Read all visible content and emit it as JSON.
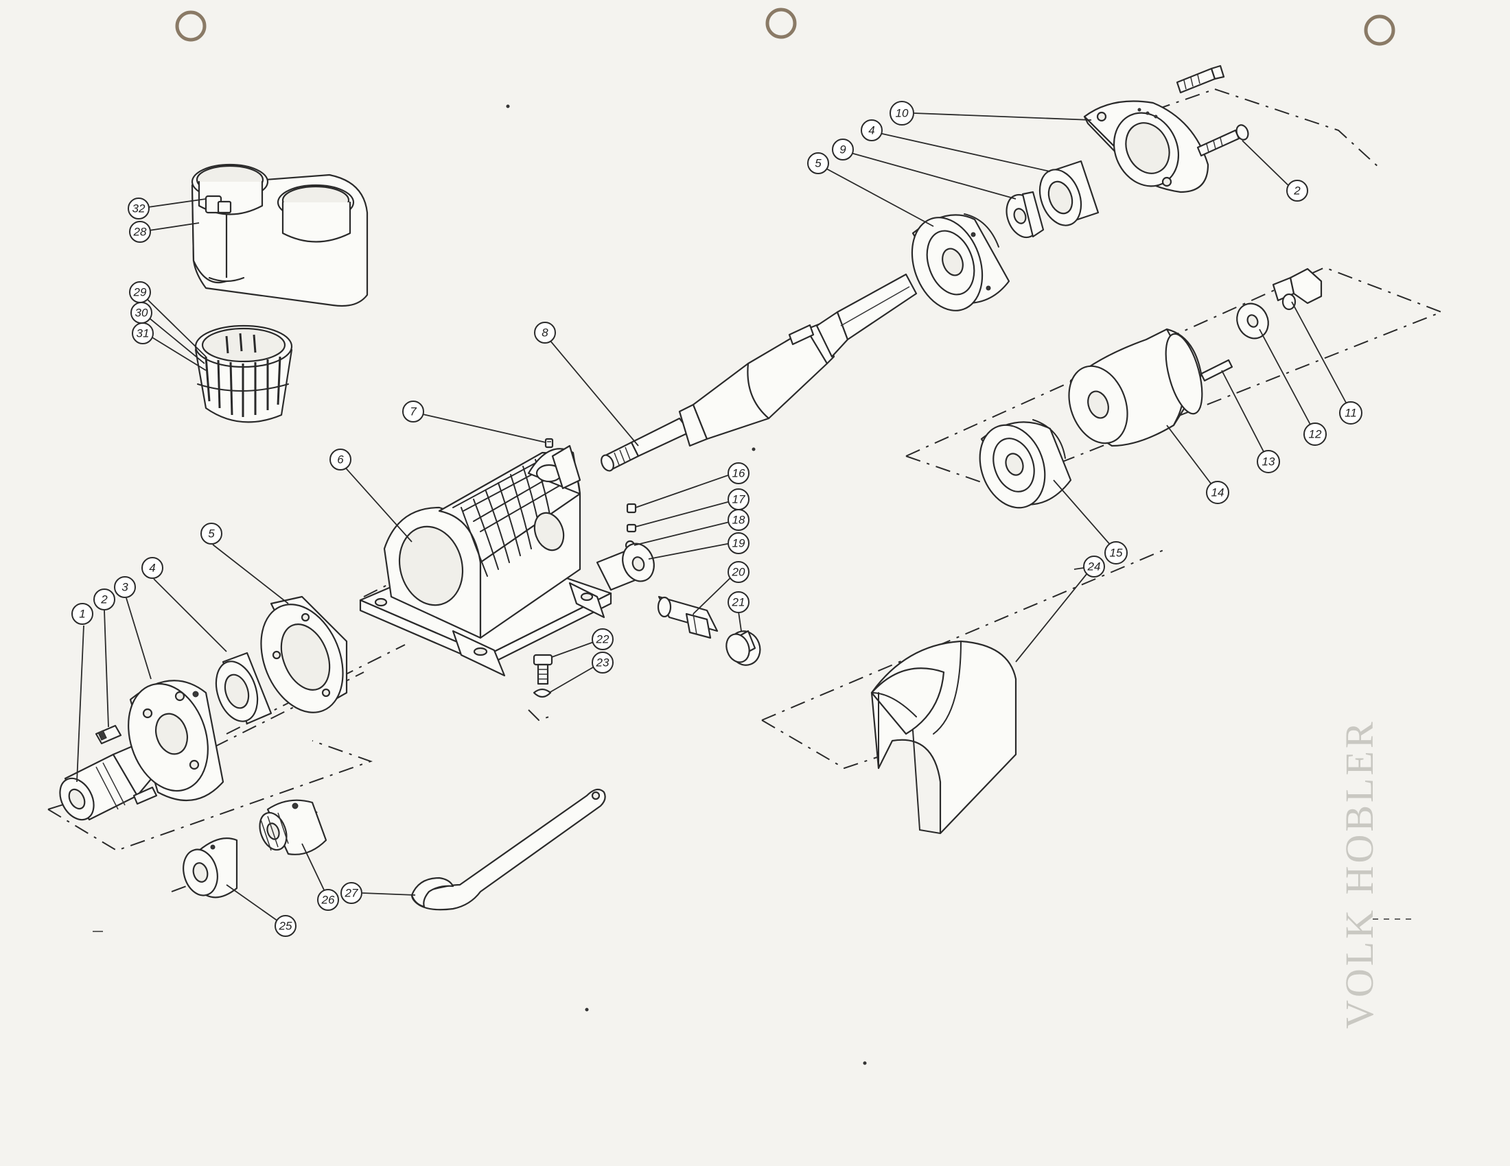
{
  "diagram": {
    "callouts": [
      {
        "id": "c1",
        "label": "1"
      },
      {
        "id": "c2a",
        "label": "2"
      },
      {
        "id": "c3",
        "label": "3"
      },
      {
        "id": "c4a",
        "label": "4"
      },
      {
        "id": "c5a",
        "label": "5"
      },
      {
        "id": "c6",
        "label": "6"
      },
      {
        "id": "c7",
        "label": "7"
      },
      {
        "id": "c8",
        "label": "8"
      },
      {
        "id": "c5b",
        "label": "5"
      },
      {
        "id": "c9",
        "label": "9"
      },
      {
        "id": "c4b",
        "label": "4"
      },
      {
        "id": "c10",
        "label": "10"
      },
      {
        "id": "c2b",
        "label": "2"
      },
      {
        "id": "c11",
        "label": "11"
      },
      {
        "id": "c12",
        "label": "12"
      },
      {
        "id": "c13",
        "label": "13"
      },
      {
        "id": "c14",
        "label": "14"
      },
      {
        "id": "c15",
        "label": "15"
      },
      {
        "id": "c16",
        "label": "16"
      },
      {
        "id": "c17",
        "label": "17"
      },
      {
        "id": "c18",
        "label": "18"
      },
      {
        "id": "c19",
        "label": "19"
      },
      {
        "id": "c20",
        "label": "20"
      },
      {
        "id": "c21",
        "label": "21"
      },
      {
        "id": "c22",
        "label": "22"
      },
      {
        "id": "c23",
        "label": "23"
      },
      {
        "id": "c24",
        "label": "24"
      },
      {
        "id": "c25",
        "label": "25"
      },
      {
        "id": "c26",
        "label": "26"
      },
      {
        "id": "c27",
        "label": "27"
      },
      {
        "id": "c32",
        "label": "32"
      },
      {
        "id": "c28",
        "label": "28"
      },
      {
        "id": "c29",
        "label": "29"
      },
      {
        "id": "c30",
        "label": "30"
      },
      {
        "id": "c31",
        "label": "31"
      }
    ],
    "bleed_through_text": "VOLK HOBLER"
  },
  "colors": {
    "ink": "#2a2a2a",
    "paper": "#f4f3ef"
  }
}
